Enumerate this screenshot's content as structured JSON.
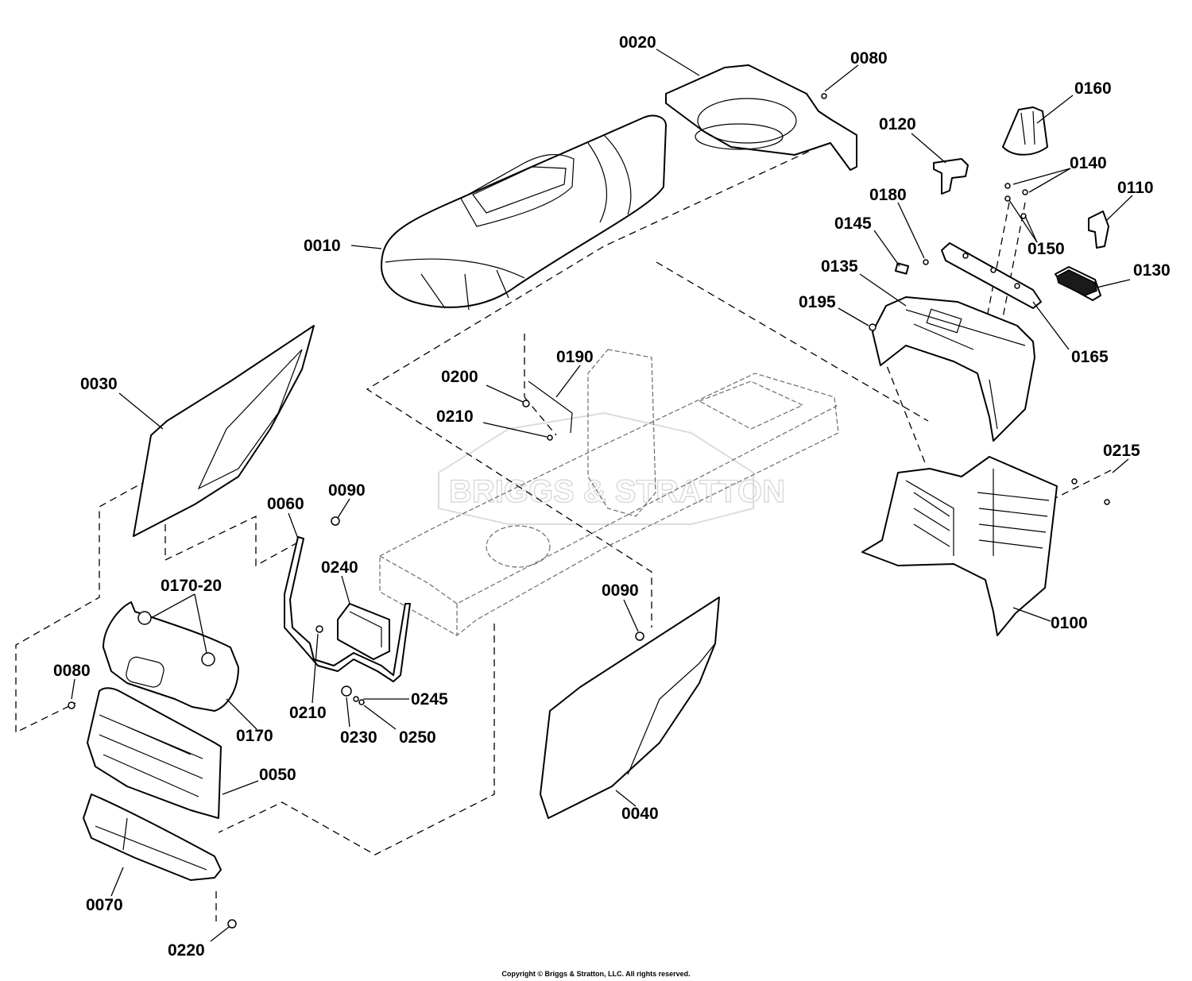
{
  "diagram": {
    "watermark": "BRIGGS & STRATTON",
    "copyright": "Copyright © Briggs & Stratton, LLC. All rights reserved.",
    "callouts": [
      {
        "id": "c0010",
        "text": "0010"
      },
      {
        "id": "c0020",
        "text": "0020"
      },
      {
        "id": "c0080a",
        "text": "0080"
      },
      {
        "id": "c0160",
        "text": "0160"
      },
      {
        "id": "c0120",
        "text": "0120"
      },
      {
        "id": "c0140",
        "text": "0140"
      },
      {
        "id": "c0110",
        "text": "0110"
      },
      {
        "id": "c0180",
        "text": "0180"
      },
      {
        "id": "c0145",
        "text": "0145"
      },
      {
        "id": "c0150",
        "text": "0150"
      },
      {
        "id": "c0135",
        "text": "0135"
      },
      {
        "id": "c0130",
        "text": "0130"
      },
      {
        "id": "c0195",
        "text": "0195"
      },
      {
        "id": "c0165",
        "text": "0165"
      },
      {
        "id": "c0030",
        "text": "0030"
      },
      {
        "id": "c0190",
        "text": "0190"
      },
      {
        "id": "c0200",
        "text": "0200"
      },
      {
        "id": "c0210a",
        "text": "0210"
      },
      {
        "id": "c0215",
        "text": "0215"
      },
      {
        "id": "c0090a",
        "text": "0090"
      },
      {
        "id": "c0060",
        "text": "0060"
      },
      {
        "id": "c0240",
        "text": "0240"
      },
      {
        "id": "c0170-20",
        "text": "0170-20"
      },
      {
        "id": "c0090b",
        "text": "0090"
      },
      {
        "id": "c0100",
        "text": "0100"
      },
      {
        "id": "c0080b",
        "text": "0080"
      },
      {
        "id": "c0245",
        "text": "0245"
      },
      {
        "id": "c0210b",
        "text": "0210"
      },
      {
        "id": "c0170",
        "text": "0170"
      },
      {
        "id": "c0230",
        "text": "0230"
      },
      {
        "id": "c0250",
        "text": "0250"
      },
      {
        "id": "c0050",
        "text": "0050"
      },
      {
        "id": "c0040",
        "text": "0040"
      },
      {
        "id": "c0070",
        "text": "0070"
      },
      {
        "id": "c0220",
        "text": "0220"
      }
    ]
  }
}
